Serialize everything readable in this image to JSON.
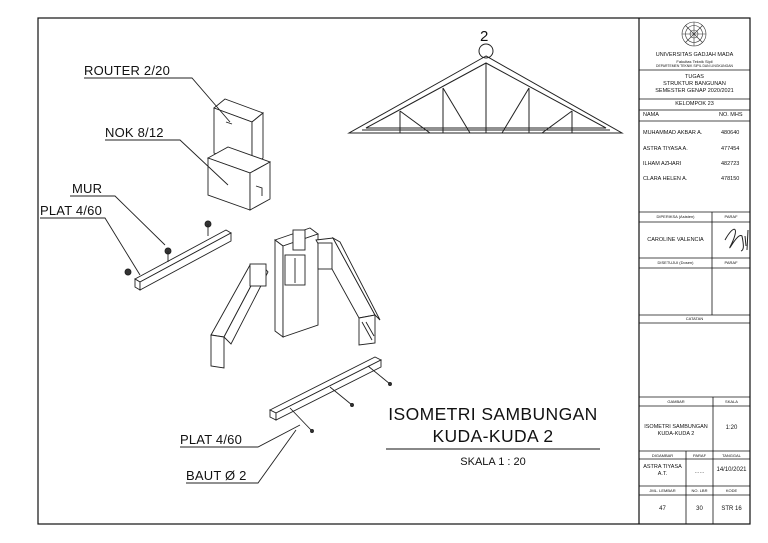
{
  "drawing": {
    "detail_number": "2",
    "labels": {
      "router": "ROUTER 2/20",
      "nok": "NOK 8/12",
      "mur": "MUR",
      "plat_top": "PLAT 4/60",
      "plat_bottom": "PLAT 4/60",
      "baut": "BAUT Ø 2"
    },
    "title_line1": "ISOMETRI SAMBUNGAN",
    "title_line2": "KUDA-KUDA 2",
    "scale": "SKALA 1 : 20"
  },
  "title_block": {
    "university": "UNIVERSITAS GADJAH MADA",
    "faculty": "Fakultas Teknik Sipil",
    "department": "DEPARTEMEN TEKNIK SIPIL DAN LINGKUNGAN",
    "task_line1": "TUGAS",
    "task_line2": "STRUKTUR BANGUNAN",
    "task_line3": "SEMESTER GENAP 2020/2021",
    "group": "KELOMPOK 23",
    "col_name": "NAMA",
    "col_id": "NO. MHS",
    "members": [
      {
        "name": "MUHAMMAD AKBAR A.",
        "id": "480640"
      },
      {
        "name": "ASTRA TIYASA A.",
        "id": "477454"
      },
      {
        "name": "ILHAM AZHARI",
        "id": "482723"
      },
      {
        "name": "CLARA HELEN A.",
        "id": "478150"
      }
    ],
    "checked_by_label": "DIPERIKSA (Asisten)",
    "paraf_label_1": "PARAF",
    "checker": "CAROLINE VALENCIA",
    "approved_by_label": "DISETUJUI (Dosen)",
    "paraf_label_2": "PARAF",
    "notes_label": "CATATAN",
    "drawing_label": "GAMBAR",
    "scale_label": "SKALA",
    "drawing_name_line1": "ISOMETRI SAMBUNGAN",
    "drawing_name_line2": "KUDA-KUDA 2",
    "scale_value": "1:20",
    "drawn_by_label": "DIGAMBAR",
    "paraf_label_3": "PARAF",
    "date_label": "TANGGAL",
    "drawer_line1": "ASTRA TIYASA",
    "drawer_line2": "A.T.",
    "paraf_dots": "……",
    "date_value": "14/10/2021",
    "sheets_label": "JML. LEMBAR",
    "sheet_no_label": "NO. LBR",
    "code_label": "KODE",
    "sheets_value": "47",
    "sheet_no_value": "30",
    "code_value": "STR 16"
  }
}
